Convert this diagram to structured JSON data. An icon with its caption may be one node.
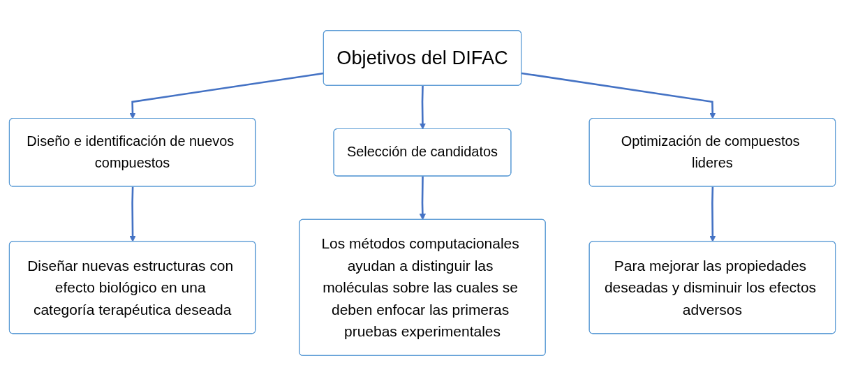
{
  "diagram": {
    "nodes": [
      {
        "text": [
          "Objetivos del DIFAC"
        ]
      },
      {
        "text": [
          "Diseño e identificación de nuevos compuestos"
        ]
      },
      {
        "text": [
          "Selección de candidatos"
        ]
      },
      {
        "text": [
          "Optimización de compuestos lideres"
        ]
      },
      {
        "text": [
          "Diseñar nuevas estructuras con efecto biológico en una categoría terapéutica deseada"
        ]
      },
      {
        "text": [
          "Los métodos computacionales ayudan a distinguir las moléculas sobre las cuales se deben enfocar las primeras pruebas experimentales"
        ]
      },
      {
        "text": [
          "Para mejorar las propiedades deseadas y disminuir los efectos adversos"
        ]
      }
    ],
    "edges": [
      {
        "from": 0,
        "to": 1,
        "arrow": "to"
      },
      {
        "from": 0,
        "to": 2,
        "arrow": "to"
      },
      {
        "from": 0,
        "to": 3,
        "arrow": "to"
      },
      {
        "from": 1,
        "to": 4,
        "arrow": "to"
      },
      {
        "from": 2,
        "to": 5,
        "arrow": "to"
      },
      {
        "from": 3,
        "to": 6,
        "arrow": "to"
      }
    ]
  }
}
